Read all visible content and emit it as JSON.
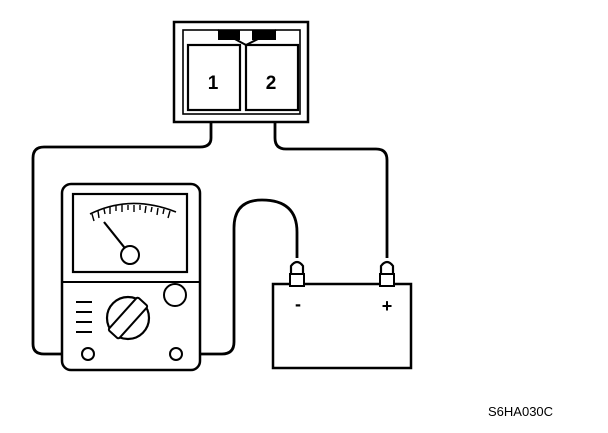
{
  "component": {
    "terminal_1": "1",
    "terminal_2": "2"
  },
  "battery": {
    "negative_label": "-",
    "positive_label": "+"
  },
  "figure_code": "S6HA030C"
}
